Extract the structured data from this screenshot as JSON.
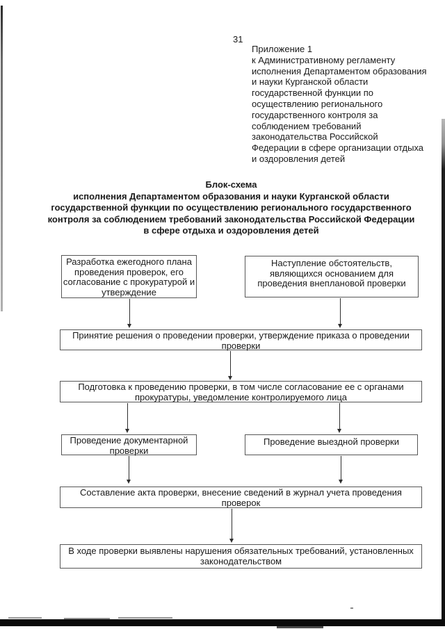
{
  "page_number": "31",
  "appendix_note": "Приложение 1\nк Административному регламенту\nисполнения Департаментом образования\nи науки Курганской области\nгосударственной функции по\nосуществлению регионального\nгосударственного контроля за\nсоблюдением требований\nзаконодательства Российской\nФедерации в сфере организации отдыха\nи оздоровления детей",
  "title": "Блок-схема\nисполнения Департаментом образования и науки Курганской области\nгосударственной функции по осуществлению регионального государственного\nконтроля за соблюдением требований законодательства Российской Федерации\nв сфере отдыха и оздоровления детей",
  "flowchart": {
    "boxes": [
      {
        "name": "annual-plan",
        "text": "Разработка ежегодного плана\nпроведения проверок, его\nсогласование с прокуратурой и\nутверждение"
      },
      {
        "name": "unscheduled-circumstances",
        "text": "Наступление обстоятельств,\nявляющихся основанием для\nпроведения внеплановой проверки"
      },
      {
        "name": "decision",
        "text": "Принятие решения о проведении проверки, утверждение приказа о проведении\nпроверки"
      },
      {
        "name": "preparation",
        "text": "Подготовка к проведению проверки, в том числе согласование ее с органами\nпрокуратуры, уведомление контролируемого лица"
      },
      {
        "name": "documentary-check",
        "text": "Проведение документарной\nпроверки"
      },
      {
        "name": "field-check",
        "text": "Проведение выездной проверки"
      },
      {
        "name": "act-drafting",
        "text": "Составление акта проверки, внесение сведений в журнал учета проведения\nпроверок"
      },
      {
        "name": "violations-found",
        "text": "В ходе проверки выявлены нарушения обязательных требований, установленных\nзаконодательством"
      }
    ]
  },
  "colors": {
    "page_background": "#ffffff",
    "text": "#1a1a1a",
    "box_border": "#565656",
    "arrow": "#2e2e2e",
    "scan_artifact_dark": "#0a0a0a"
  }
}
